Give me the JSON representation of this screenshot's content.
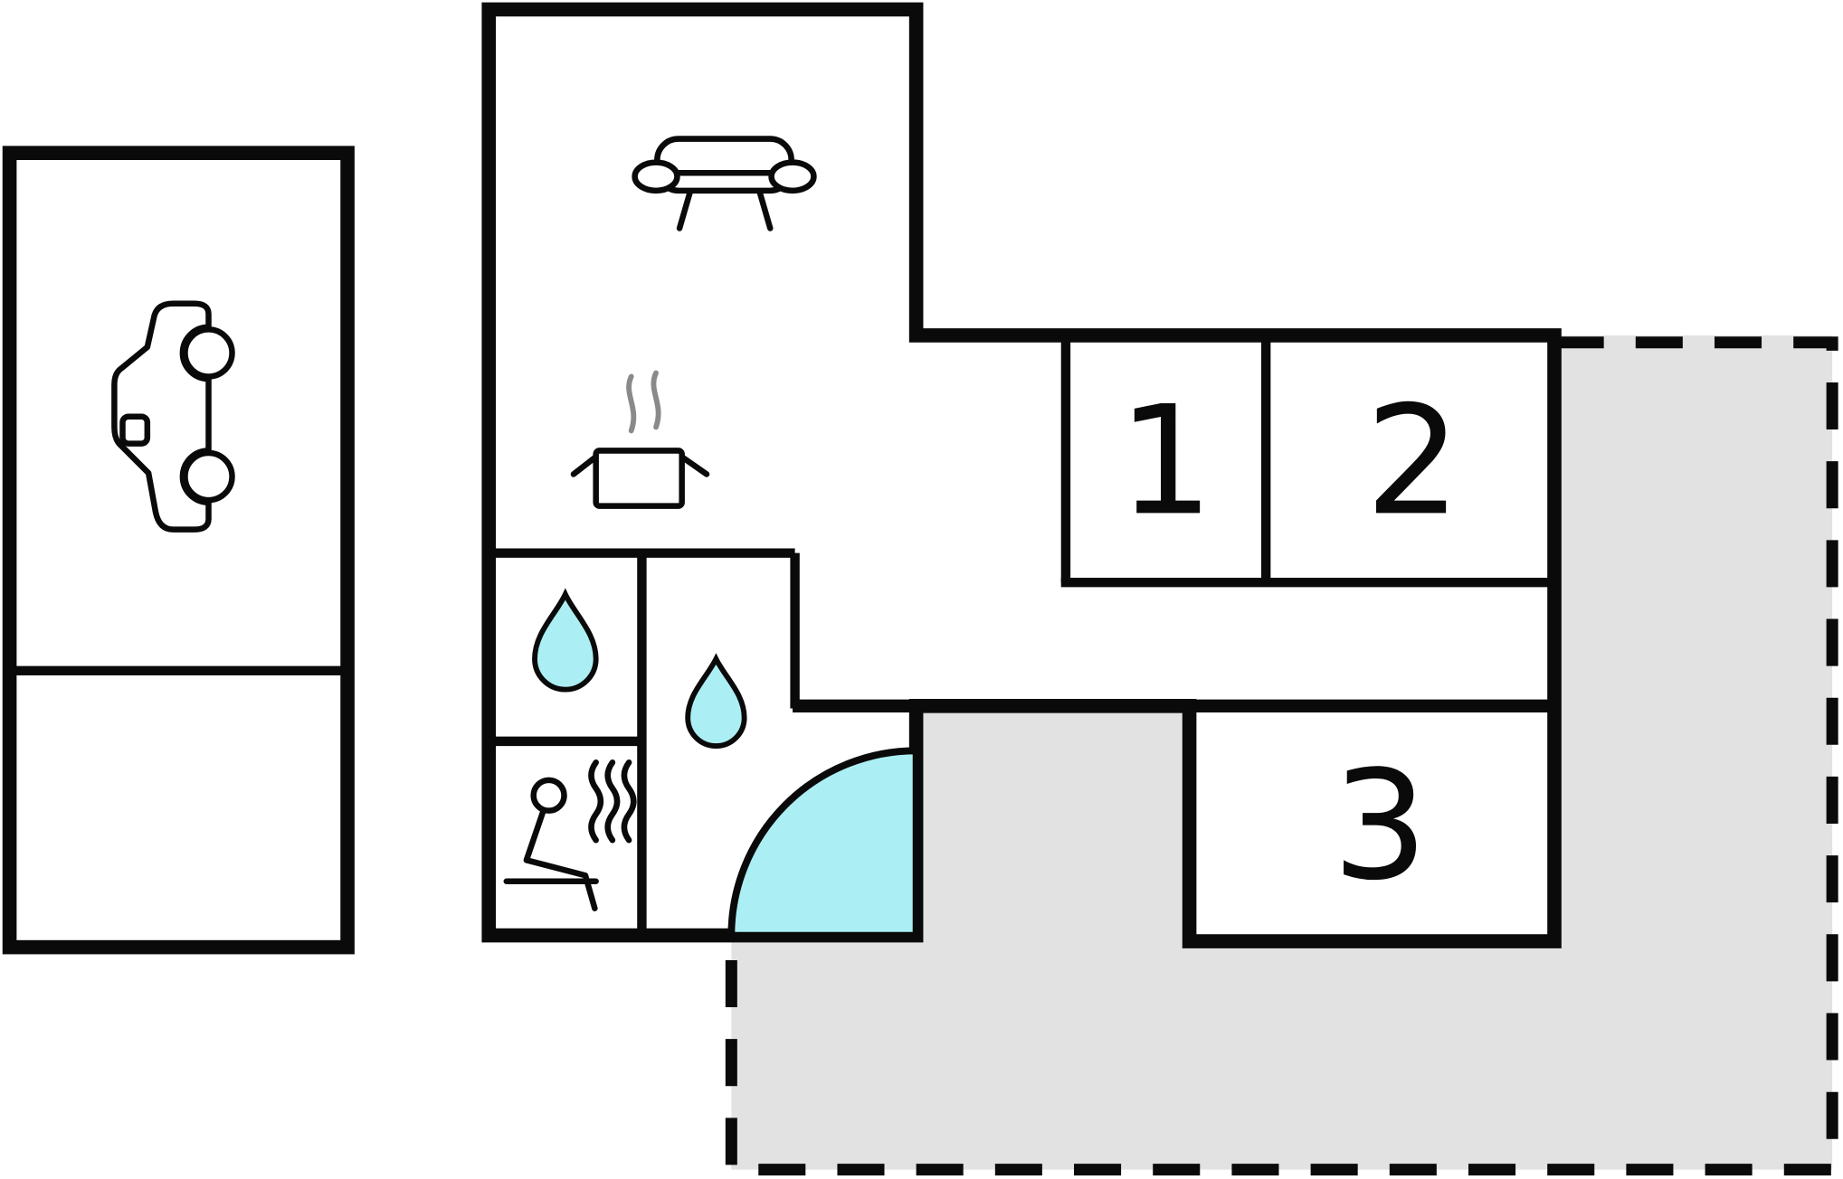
{
  "floorplan": {
    "type": "vacation-home-floor-plan",
    "rooms": {
      "bedroom1": {
        "label": "1"
      },
      "bedroom2": {
        "label": "2"
      },
      "bedroom3": {
        "label": "3"
      },
      "garage": {
        "icon": "car-icon"
      },
      "living_room": {
        "icon": "sofa-icon"
      },
      "kitchen": {
        "icon": "cooking-pot-icon"
      },
      "bathroom": {
        "icon": "water-drop-icon"
      },
      "shower_room": {
        "icon": "water-drop-icon"
      },
      "sauna": {
        "icon": "sauna-person-icon"
      },
      "corner_bath": {
        "icon": "corner-bathtub-icon"
      },
      "terrace": {
        "style": "gray-area-dashed-border"
      }
    },
    "colors": {
      "wall": "#0a0a0a",
      "water": "#abeff4",
      "terrace": "#e2e2e2",
      "background": "#ffffff"
    }
  }
}
